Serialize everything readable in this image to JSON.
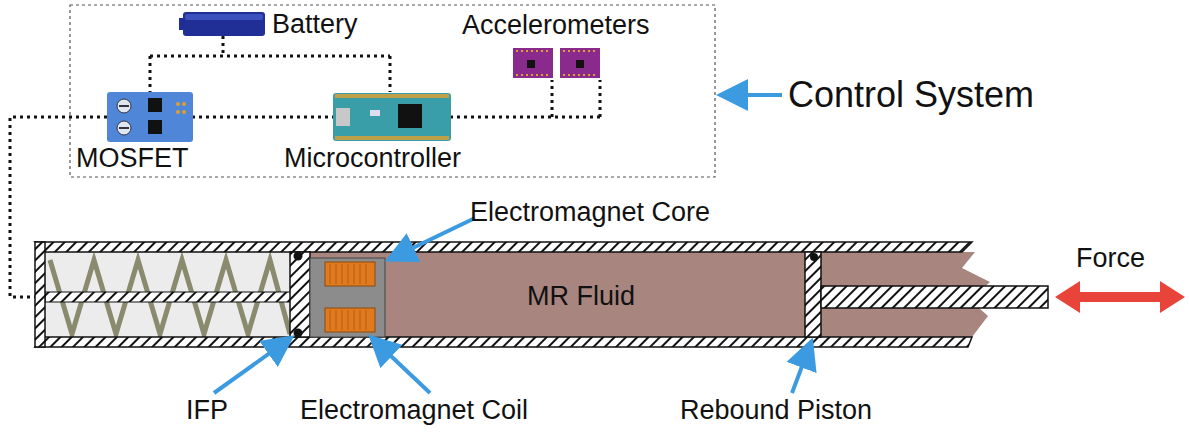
{
  "diagram": {
    "nodes": [
      {
        "text": [
          "Control System"
        ]
      }
    ],
    "labels": [
      "Battery",
      "Accelerometers",
      "MOSFET",
      "Microcontroller",
      "Electromagnet Core",
      "MR Fluid",
      "Force",
      "IFP",
      "Electromagnet Coil",
      "Rebound Piston"
    ]
  }
}
